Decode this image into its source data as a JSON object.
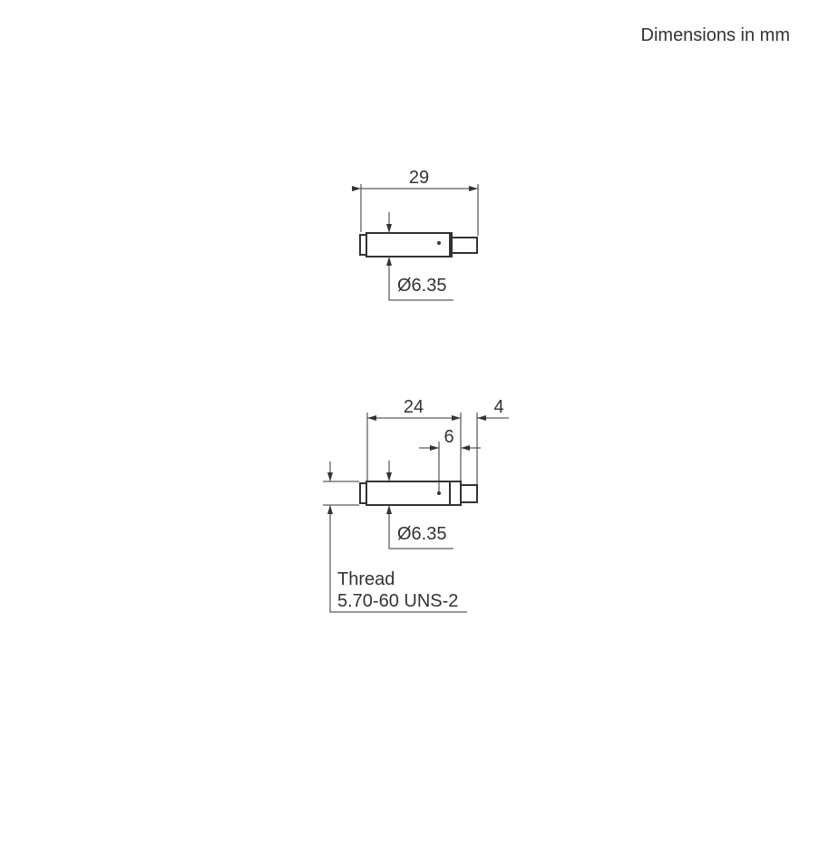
{
  "header": {
    "title": "Dimensions in mm"
  },
  "view_top": {
    "length": "29",
    "diameter": "Ø6.35"
  },
  "view_bottom": {
    "length": "24",
    "step_length": "4",
    "dot_offset": "6",
    "diameter": "Ø6.35",
    "thread_label": "Thread",
    "thread_spec": "5.70-60 UNS-2"
  }
}
